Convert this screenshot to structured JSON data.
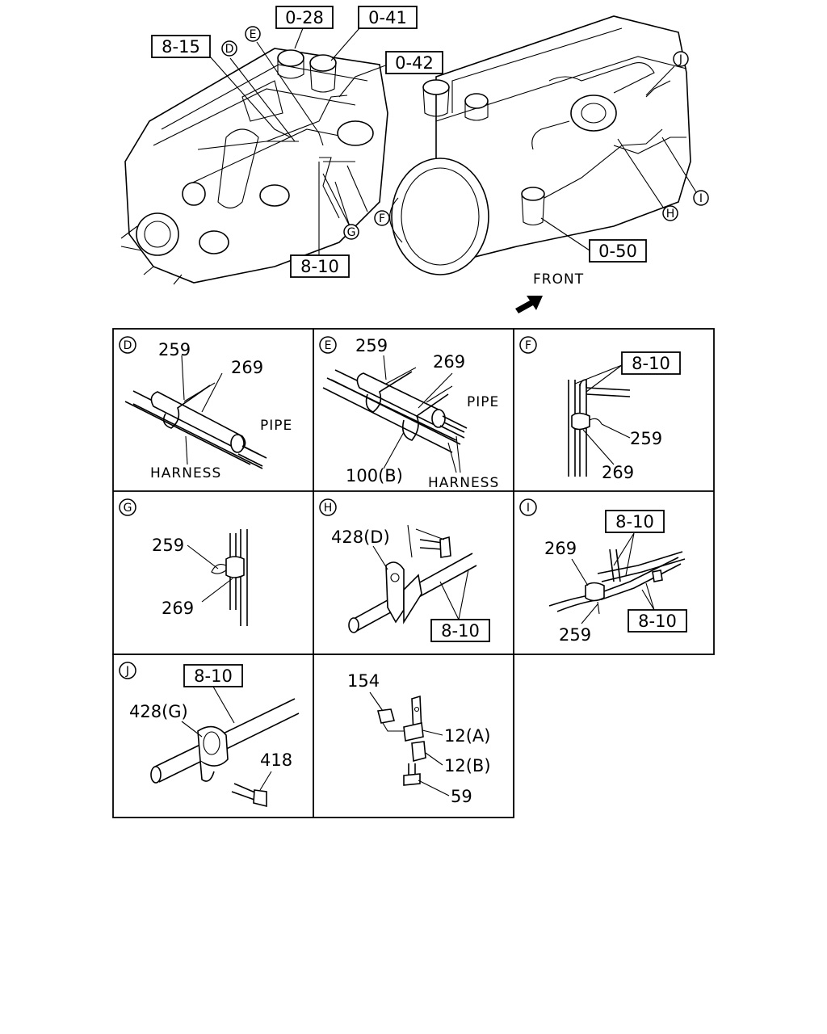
{
  "top_view": {
    "refs": {
      "r028": "0-28",
      "r041": "0-41",
      "r042": "0-42",
      "r815": "8-15",
      "r810": "8-10",
      "r050": "0-50"
    },
    "letters": {
      "D": "D",
      "E": "E",
      "F": "F",
      "G": "G",
      "H": "H",
      "I": "I",
      "J": "J"
    },
    "front_label": "FRONT"
  },
  "details": {
    "D": {
      "letter": "D",
      "p259": "259",
      "p269": "269",
      "pipe": "PIPE",
      "harness": "HARNESS"
    },
    "E": {
      "letter": "E",
      "p259": "259",
      "p269": "269",
      "pipe": "PIPE",
      "p100": "100(B)",
      "harness": "HARNESS"
    },
    "F": {
      "letter": "F",
      "ref": "8-10",
      "p259": "259",
      "p269": "269"
    },
    "G": {
      "letter": "G",
      "p259": "259",
      "p269": "269"
    },
    "H": {
      "letter": "H",
      "p428": "428(D)",
      "ref": "8-10"
    },
    "I": {
      "letter": "I",
      "ref1": "8-10",
      "p269": "269",
      "p259": "259",
      "ref2": "8-10"
    },
    "J": {
      "letter": "J",
      "ref": "8-10",
      "p428": "428(G)",
      "p418": "418"
    },
    "K": {
      "p154": "154",
      "p12a": "12(A)",
      "p12b": "12(B)",
      "p59": "59"
    }
  }
}
